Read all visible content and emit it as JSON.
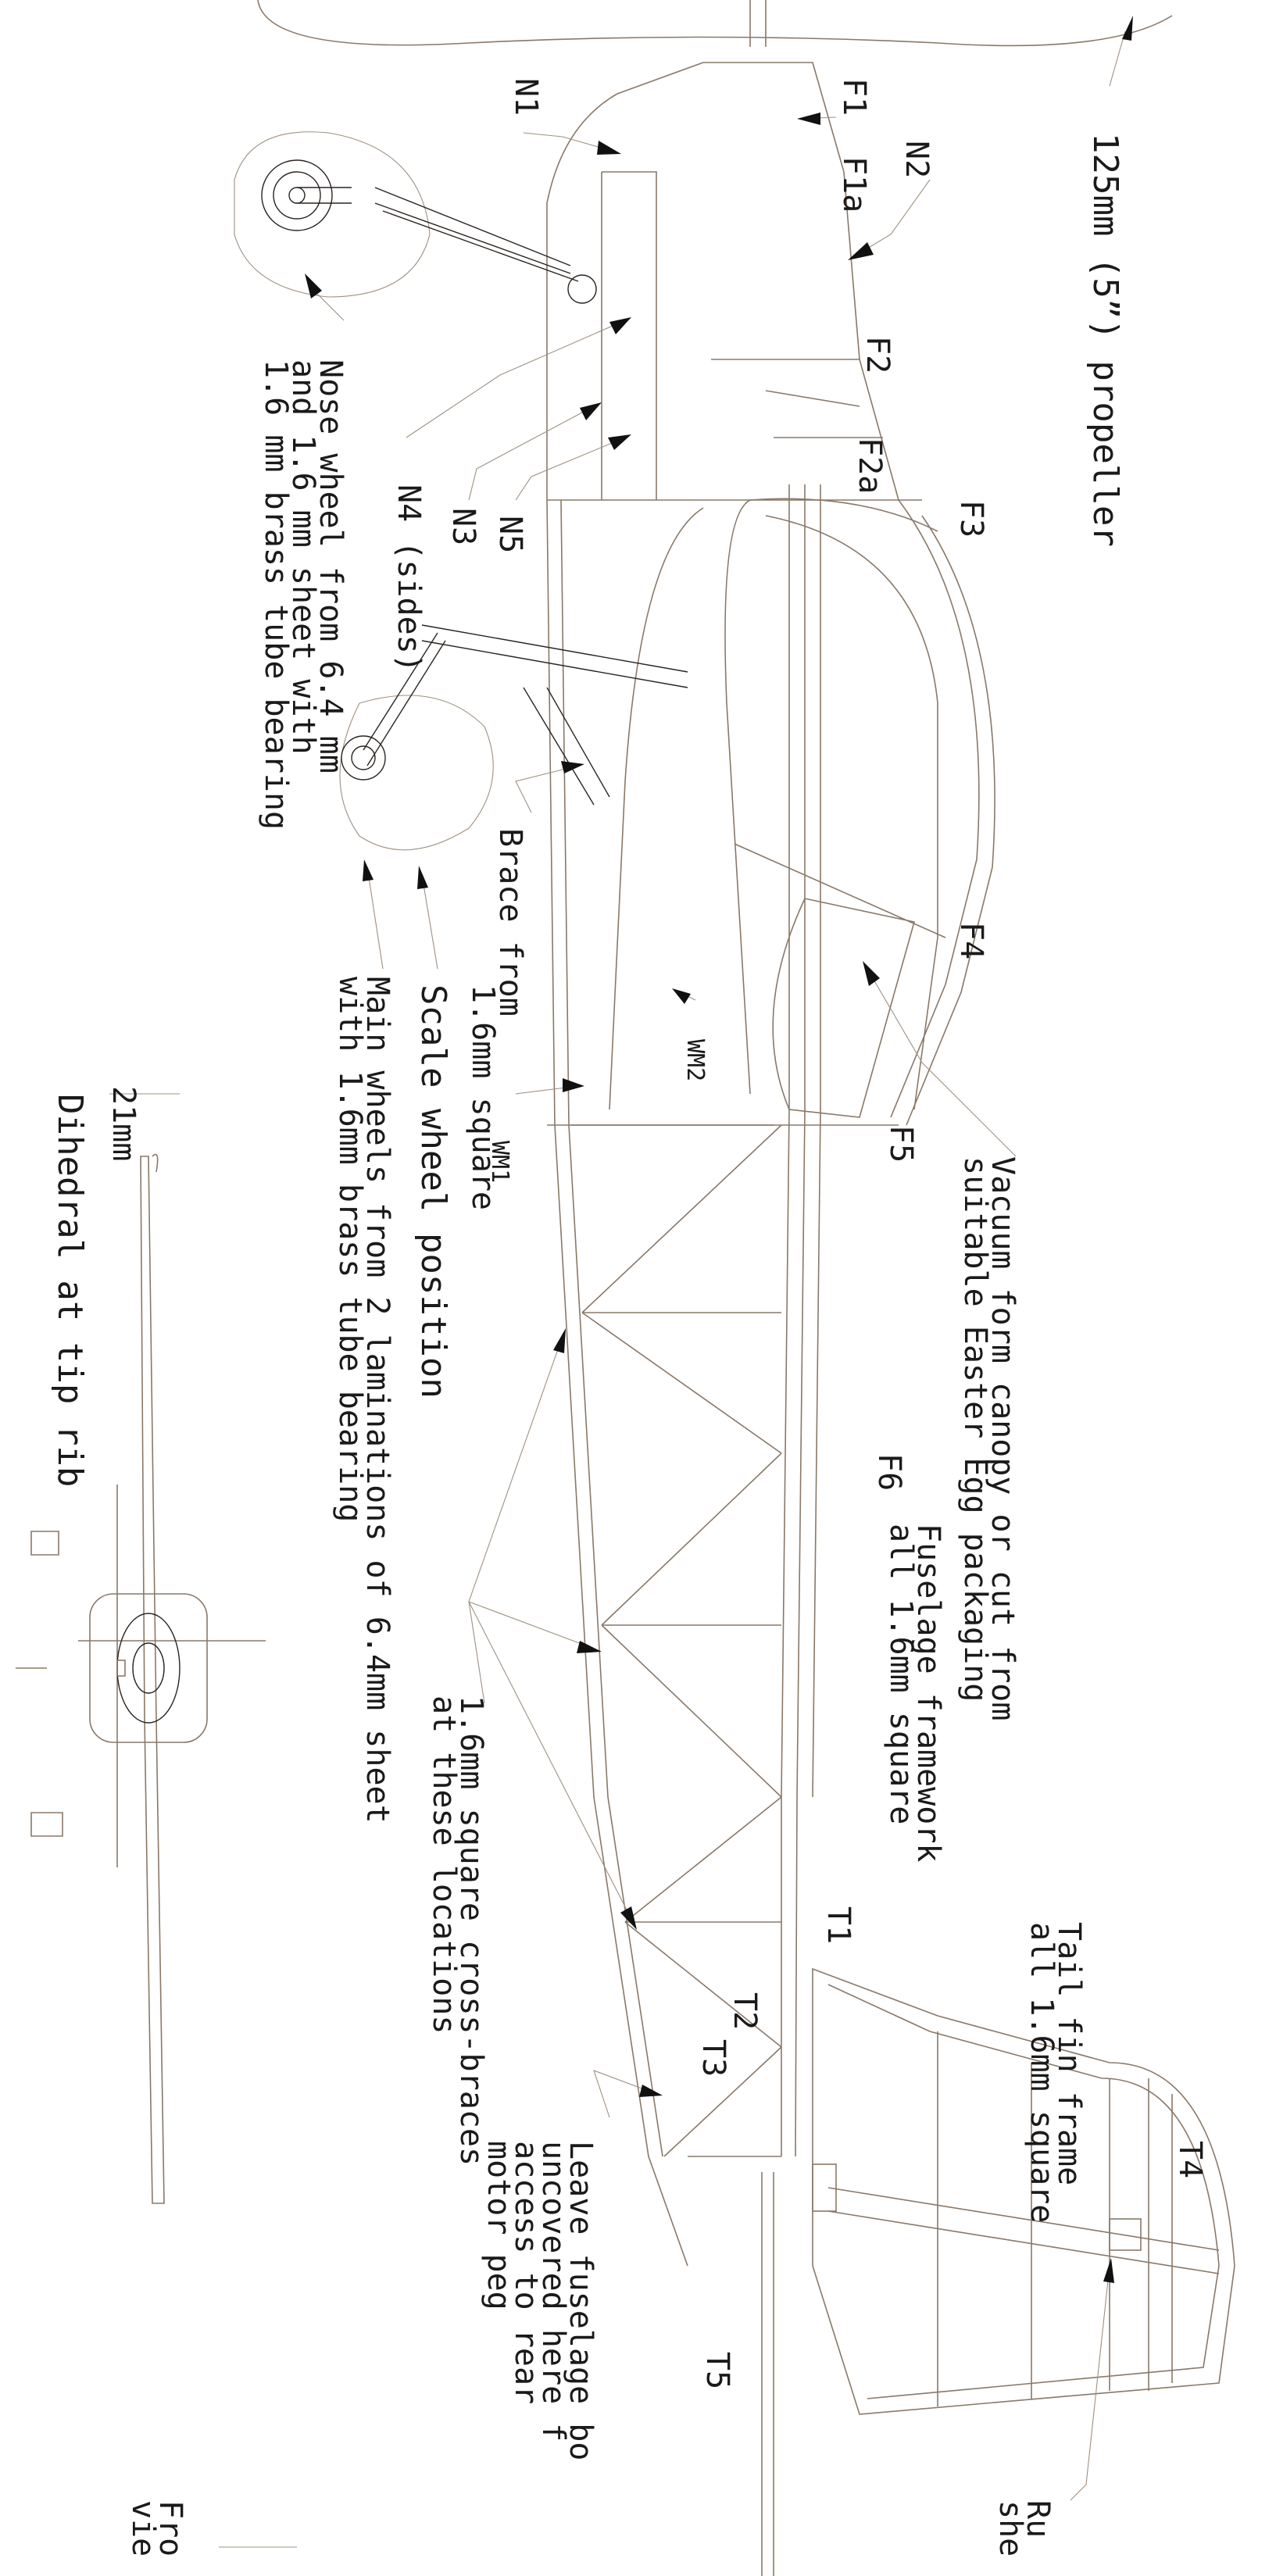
{
  "labels": {
    "propeller": "125mm (5”) propeller",
    "f1": "F1",
    "f1a": "F1a",
    "f2": "F2",
    "f2a": "F2a",
    "f3": "F3",
    "f4": "F4",
    "f5": "F5",
    "n1": "N1",
    "n2": "N2",
    "n3": "N3",
    "n4": "N4 (sides)",
    "n5": "N5",
    "nose_wheel": [
      "Nose wheel from 6.4 mm",
      "and 1.6 mm sheet with",
      "1.6 mm brass tube bearing"
    ],
    "brace": [
      "Brace from",
      "1.6mm square"
    ],
    "wm1": "WM1",
    "wm2": "WM2",
    "main_wheels": [
      "Main wheels from 2 laminations of 6.4mm sheet",
      "with 1.6mm brass tube bearing"
    ],
    "scale_wheel": "Scale wheel position",
    "canopy": [
      "Vacuum form canopy or cut from",
      "suitable Easter Egg packaging"
    ],
    "f6": "F6",
    "fuselage_framework": [
      "Fuselage framework",
      "all 1.6mm square"
    ],
    "tail_fin": [
      "Tail fin frame",
      "all 1.6mm square"
    ],
    "cross_braces": [
      "1.6mm square cross-braces",
      "at these locations"
    ],
    "leave_uncovered": [
      "Leave fuselage bo",
      "uncovered here f",
      "access to rear",
      "motor peg"
    ],
    "t1": "T1",
    "t2": "T2",
    "t3": "T3",
    "t4": "T4",
    "t5": "T5",
    "rudder": [
      "Ru",
      "she"
    ],
    "dihedral_dim": "21mm",
    "dihedral": "Dihedral at tip rib",
    "front_view": [
      "Fro",
      "vie"
    ]
  }
}
